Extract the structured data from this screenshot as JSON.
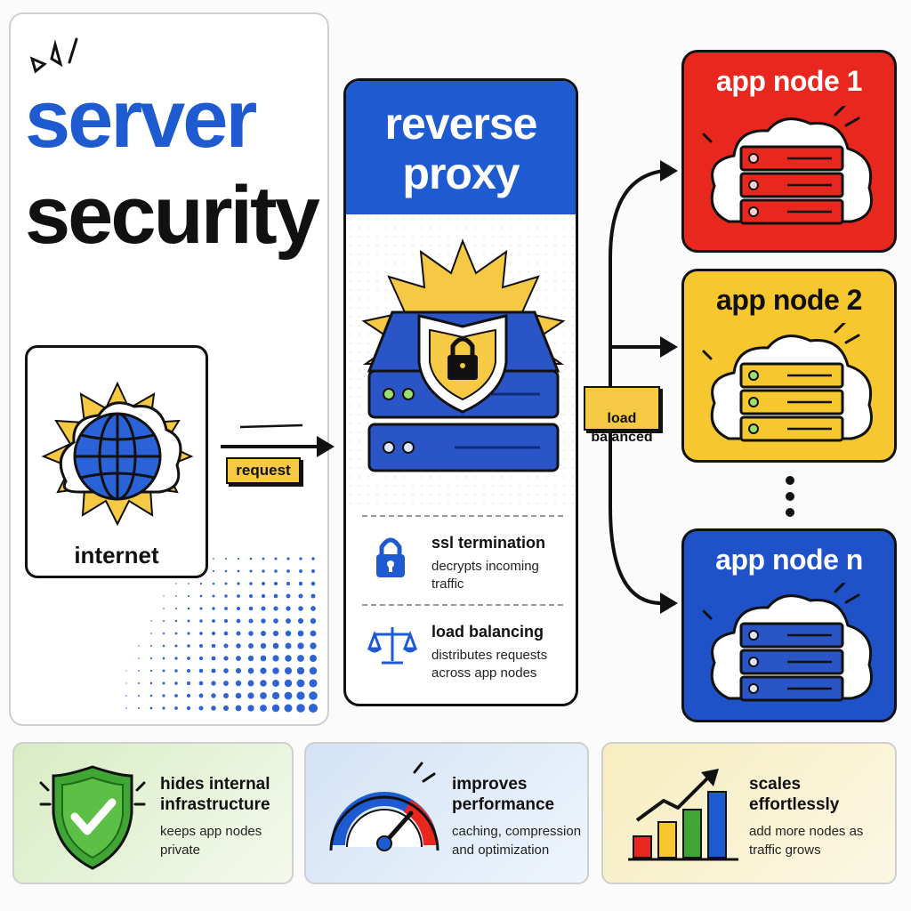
{
  "title": {
    "line1": "server",
    "line2": "security"
  },
  "internet": {
    "label": "internet"
  },
  "flow": {
    "request_label": "request",
    "load_balanced_label": "load\nbalanced"
  },
  "proxy": {
    "title_line1": "reverse",
    "title_line2": "proxy",
    "features": [
      {
        "title": "ssl termination",
        "desc": "decrypts incoming traffic",
        "icon": "padlock-icon"
      },
      {
        "title": "load balancing",
        "desc": "distributes requests across app nodes",
        "icon": "scales-icon"
      }
    ]
  },
  "nodes": [
    {
      "label": "app node 1",
      "color": "#e8281f"
    },
    {
      "label": "app node 2",
      "color": "#f6c72e"
    },
    {
      "label": "app node n",
      "color": "#1f52c9"
    }
  ],
  "benefits": [
    {
      "title": "hides internal infrastructure",
      "desc": "keeps app nodes private",
      "icon": "shield-check-icon"
    },
    {
      "title": "improves performance",
      "desc": "caching, compression and optimization",
      "icon": "speedometer-icon"
    },
    {
      "title": "scales effortlessly",
      "desc": "add more nodes as traffic grows",
      "icon": "growth-chart-icon"
    }
  ],
  "colors": {
    "blue": "#1f5bd0",
    "red": "#e8281f",
    "yellow": "#f6c72e",
    "green": "#3fa535"
  }
}
